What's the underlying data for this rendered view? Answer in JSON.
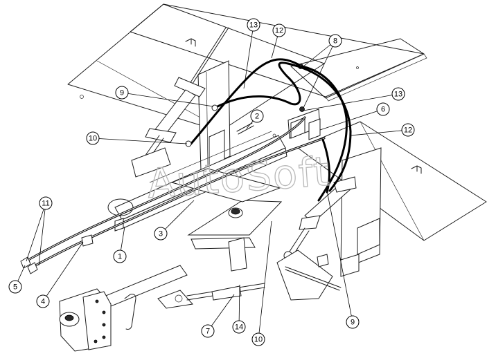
{
  "watermark": "AutoSoft",
  "callouts": [
    {
      "label": "1"
    },
    {
      "label": "2"
    },
    {
      "label": "3"
    },
    {
      "label": "4"
    },
    {
      "label": "5"
    },
    {
      "label": "6"
    },
    {
      "label": "7"
    },
    {
      "label": "8"
    },
    {
      "label": "9"
    },
    {
      "label": "9"
    },
    {
      "label": "10"
    },
    {
      "label": "10"
    },
    {
      "label": "11"
    },
    {
      "label": "12"
    },
    {
      "label": "12"
    },
    {
      "label": "13"
    },
    {
      "label": "13"
    },
    {
      "label": "14"
    }
  ]
}
